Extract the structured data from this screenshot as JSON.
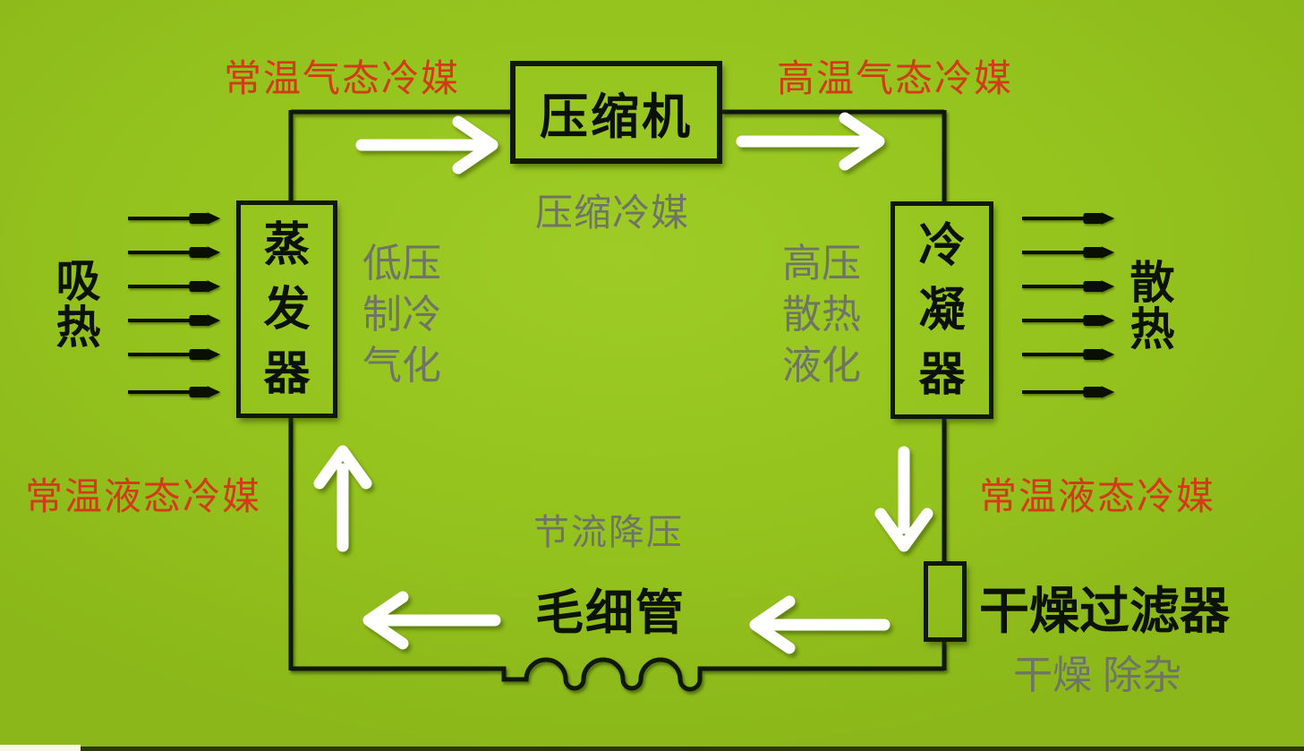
{
  "colors": {
    "background": "#96c41e",
    "red_label": "#d23b15",
    "gray_label": "#6f7466",
    "line_black": "#10180a",
    "arrow_white": "#ffffff"
  },
  "components": {
    "compressor": {
      "label": "压缩机",
      "process": "压缩冷媒"
    },
    "evaporator": {
      "label": "蒸发器",
      "process": "低压\n制冷\n气化"
    },
    "condenser": {
      "label": "冷凝器",
      "process": "高压\n散热\n液化"
    },
    "capillary": {
      "label": "毛细管",
      "process": "节流降压"
    },
    "dryer_filter": {
      "label": "干燥过滤器",
      "process": "干燥 除杂"
    }
  },
  "refrigerant_states": {
    "top_left": "常温气态冷媒",
    "top_right": "高温气态冷媒",
    "bottom_left": "常温液态冷媒",
    "bottom_right": "常温液态冷媒"
  },
  "heat_exchange": {
    "absorb": "吸热",
    "dissipate": "散热"
  }
}
